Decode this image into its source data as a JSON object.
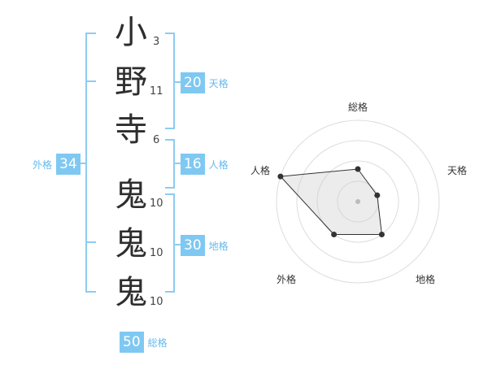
{
  "characters": [
    {
      "char": "小",
      "strokes": "3"
    },
    {
      "char": "野",
      "strokes": "11"
    },
    {
      "char": "寺",
      "strokes": "6"
    },
    {
      "char": "鬼",
      "strokes": "10"
    },
    {
      "char": "鬼",
      "strokes": "10"
    },
    {
      "char": "鬼",
      "strokes": "10"
    }
  ],
  "scores": {
    "tenkaku": {
      "value": "20",
      "label": "天格"
    },
    "jinkaku": {
      "value": "16",
      "label": "人格"
    },
    "chikaku": {
      "value": "30",
      "label": "地格"
    },
    "gaikaku": {
      "value": "34",
      "label": "外格"
    },
    "soukaku": {
      "value": "50",
      "label": "総格"
    }
  },
  "colors": {
    "accent": "#7fc8f2",
    "accent_text": "#66b9ec",
    "bracket": "#8cccf2"
  },
  "chart_data": {
    "type": "radar",
    "axes": [
      "総格",
      "天格",
      "地格",
      "外格",
      "人格"
    ],
    "levels": 4,
    "values": [
      0.4,
      0.25,
      0.5,
      0.5,
      1.0
    ],
    "max": 1.0
  }
}
